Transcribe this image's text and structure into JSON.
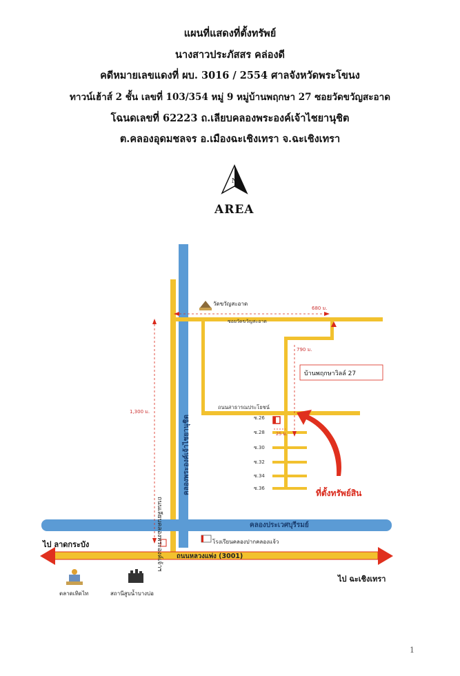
{
  "header": {
    "line1": "แผนที่แสดงที่ตั้งทรัพย์",
    "line2": "นางสาวประภัสสร คล่องดี",
    "line3": "คดีหมายเลขแดงที่ ผบ. 3016 / 2554  ศาลจังหวัดพระโขนง",
    "line4": "ทาวน์เฮ้าส์ 2 ชั้น เลขที่ 103/354 หมู่ 9 หมู่บ้านพฤกษา 27 ซอยวัดขวัญสะอาด",
    "line5": "โฉนดเลขที่ 62223 ถ.เลียบคลองพระองค์เจ้าไชยานุชิต",
    "line6": "ต.คลองอุดมชลจร อ.เมืองฉะเชิงเทรา จ.ฉะเชิงเทรา"
  },
  "compass": {
    "north": "N",
    "label": "AREA"
  },
  "map": {
    "temple": "วัดขวัญสะอาด",
    "dist_680": "680 ม.",
    "soi_wat": "ซอยวัดขวัญสะอาด",
    "dist_790": "790 ม.",
    "village": "บ้านพฤกษาวิลล์ 27",
    "dist_1300": "1,300 ม.",
    "road_along_canal": "ถนนเลียบคลองพระองค์เจ้าฯ",
    "canal_vertical": "คลองพระองค์เจ้าไชยานุชิต",
    "road_public": "ถนนสาธารณประโยชน์",
    "soi_26": "ซ.26",
    "soi_28": "ซ.28",
    "soi_30": "ซ.30",
    "soi_32": "ซ.32",
    "soi_34": "ซ.34",
    "soi_36": "ซ.36",
    "dist_25": "25 ม.",
    "property": "ที่ตั้งทรัพย์สิน",
    "canal_prawet": "คลองประเวศบุรีรมย์",
    "to_lat_krabang": "ไป ลาดกระบัง",
    "school": "โรงเรียนคลองปากคลองแจ้ว",
    "highway": "ถนนหลวงแพ่ง (3001)",
    "to_chachoengsao": "ไป ฉะเชิงเทรา",
    "market": "ตลาดเทิดไท",
    "pump_station": "สถานีสูบน้ำบางบ่อ"
  },
  "page_number": "1",
  "colors": {
    "road": "#f2c12e",
    "canal": "#5b9bd5",
    "arrow": "#e0301e",
    "pin": "#d9281a"
  }
}
